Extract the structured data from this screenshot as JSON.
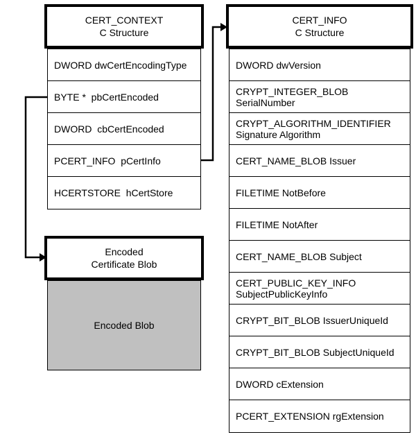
{
  "cert_context": {
    "title": "CERT_CONTEXT\nC Structure",
    "fields": [
      "DWORD dwCertEncodingType",
      "BYTE *  pbCertEncoded",
      "DWORD  cbCertEncoded",
      "PCERT_INFO  pCertInfo",
      "HCERTSTORE  hCertStore"
    ]
  },
  "cert_info": {
    "title": "CERT_INFO\nC Structure",
    "fields": [
      "DWORD dwVersion",
      "CRYPT_INTEGER_BLOB\nSerialNumber",
      "CRYPT_ALGORITHM_IDENTIFIER\nSignature Algorithm",
      "CERT_NAME_BLOB Issuer",
      "FILETIME NotBefore",
      "FILETIME NotAfter",
      "CERT_NAME_BLOB Subject",
      "CERT_PUBLIC_KEY_INFO\nSubjectPublicKeyInfo",
      "CRYPT_BIT_BLOB IssuerUniqueId",
      "CRYPT_BIT_BLOB SubjectUniqueId",
      "DWORD cExtension",
      "PCERT_EXTENSION rgExtension"
    ]
  },
  "encoded_cert_blob": {
    "title": "Encoded\nCertificate Blob",
    "body_label": "Encoded Blob"
  },
  "connectors": [
    {
      "name": "pbCertEncoded-to-encoded-blob",
      "from": "BYTE *  pbCertEncoded",
      "to": "Encoded Certificate Blob"
    },
    {
      "name": "pCertInfo-to-cert-info",
      "from": "PCERT_INFO  pCertInfo",
      "to": "CERT_INFO C Structure"
    }
  ],
  "colors": {
    "line": "#000000",
    "text": "#000000",
    "box_background": "#ffffff",
    "blob_fill": "#c0c0c0"
  }
}
